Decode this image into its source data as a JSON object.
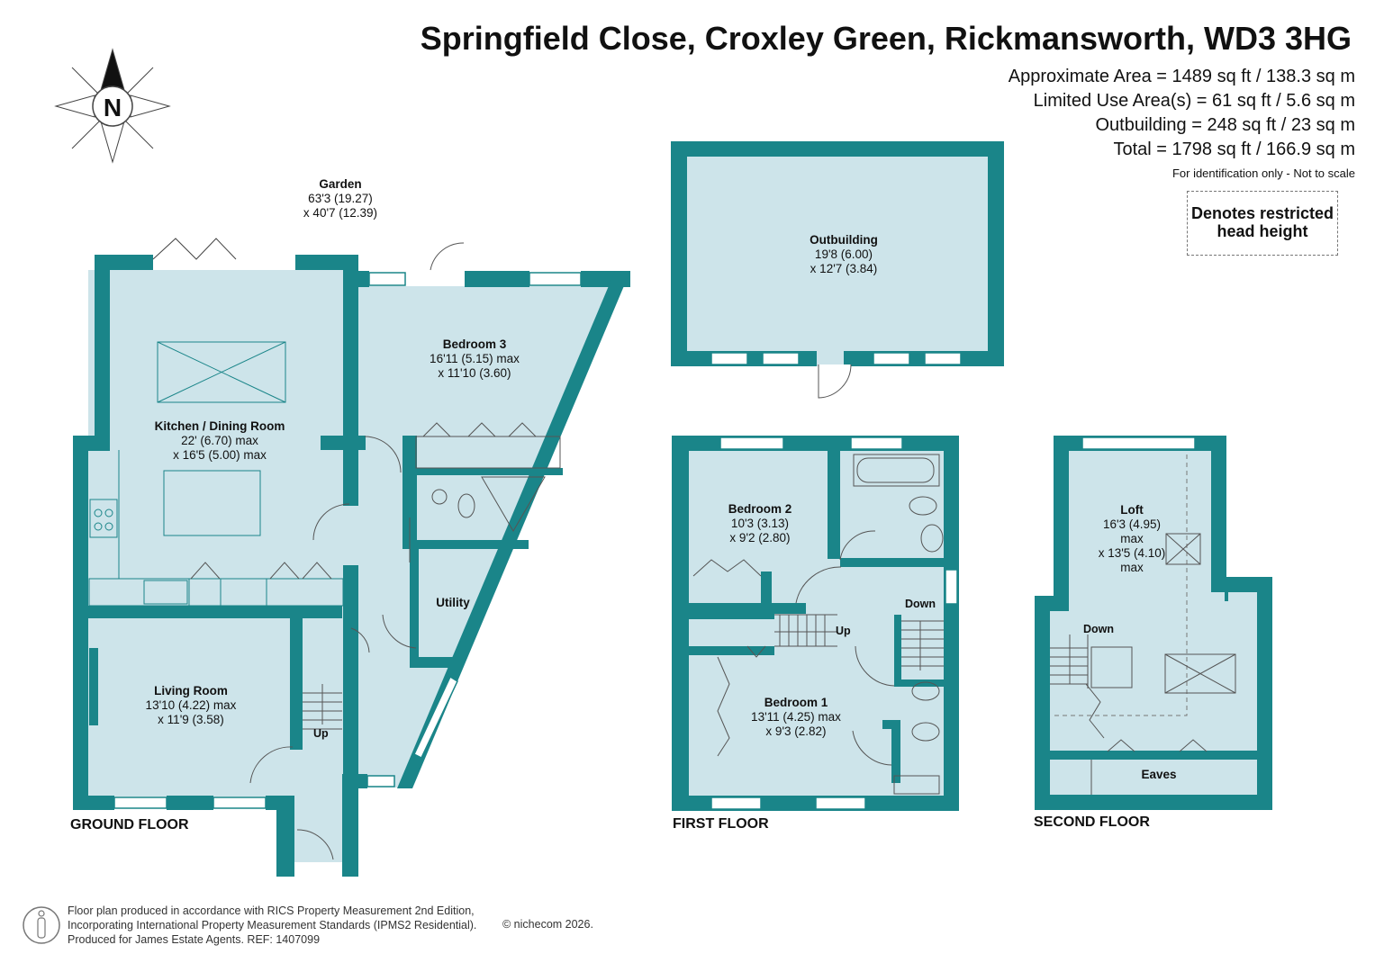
{
  "header": {
    "title": "Springfield Close, Croxley Green, Rickmansworth, WD3 3HG",
    "areas": [
      "Approximate Area = 1489 sq ft / 138.3 sq m",
      "Limited Use Area(s) = 61 sq ft / 5.6 sq m",
      "Outbuilding = 248 sq ft / 23 sq m",
      "Total = 1798 sq ft / 166.9 sq m"
    ],
    "identification": "For identification only - Not to scale",
    "legend": [
      "Denotes restricted",
      "head height"
    ]
  },
  "compass": {
    "letter": "N"
  },
  "colors": {
    "wall": "#1a8589",
    "floor": "#cde4ea",
    "line": "#1a8589"
  },
  "garden": {
    "name": "Garden",
    "dim1": "63'3 (19.27)",
    "dim2": "x 40'7 (12.39)"
  },
  "rooms": {
    "kitchen": {
      "name": "Kitchen / Dining Room",
      "dim1": "22' (6.70) max",
      "dim2": "x 16'5 (5.00) max"
    },
    "bedroom3": {
      "name": "Bedroom 3",
      "dim1": "16'11 (5.15) max",
      "dim2": "x 11'10 (3.60)"
    },
    "utility": {
      "name": "Utility"
    },
    "living": {
      "name": "Living Room",
      "dim1": "13'10 (4.22) max",
      "dim2": "x 11'9 (3.58)"
    },
    "outbuilding": {
      "name": "Outbuilding",
      "dim1": "19'8 (6.00)",
      "dim2": "x 12'7 (3.84)"
    },
    "bedroom2": {
      "name": "Bedroom 2",
      "dim1": "10'3 (3.13)",
      "dim2": "x 9'2 (2.80)"
    },
    "bedroom1": {
      "name": "Bedroom 1",
      "dim1": "13'11 (4.25) max",
      "dim2": "x 9'3 (2.82)"
    },
    "loft": {
      "name": "Loft",
      "dim1": "16'3 (4.95)",
      "dim2": "max",
      "dim3": "x 13'5 (4.10)",
      "dim4": "max"
    },
    "eaves": {
      "name": "Eaves"
    }
  },
  "stairs": {
    "up": "Up",
    "down": "Down"
  },
  "floors": {
    "ground": "GROUND FLOOR",
    "first": "FIRST FLOOR",
    "second": "SECOND FLOOR"
  },
  "footer": {
    "line1": "Floor plan produced in accordance with RICS Property Measurement 2nd Edition,",
    "line2": "Incorporating International Property Measurement Standards (IPMS2 Residential).",
    "line3": "Produced for James Estate Agents.   REF: 1407099",
    "copyright": "© nichecom 2026."
  }
}
